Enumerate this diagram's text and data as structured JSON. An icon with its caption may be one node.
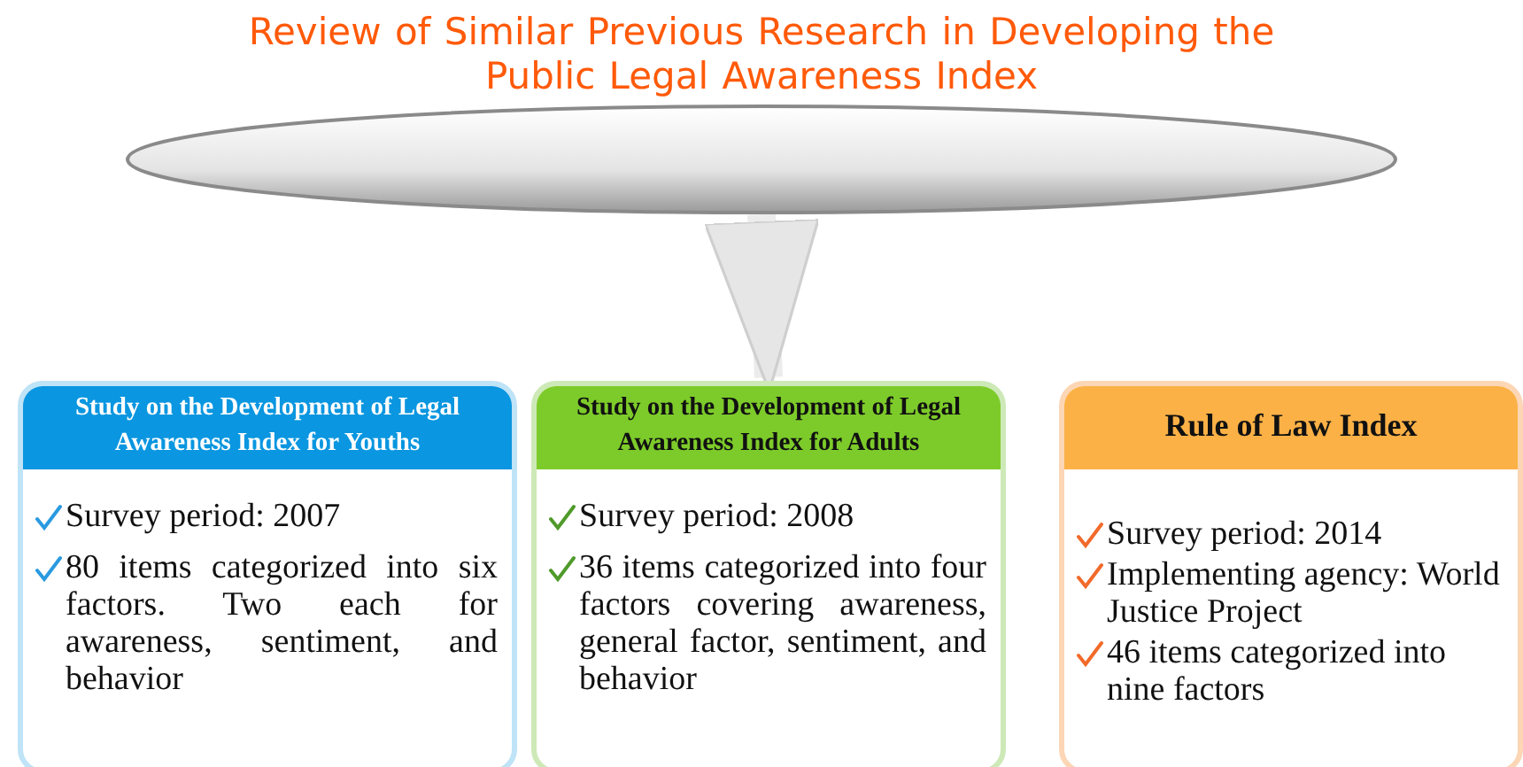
{
  "diagram": {
    "nodes": [
      {
        "text": [
          "Review of Similar Previous Research in Developing the Public Legal Awareness Index"
        ]
      },
      {
        "text": [
          "Study on the Development of Legal Awareness Index for Youths",
          "Survey period: 2007",
          "80 items categorized into six factors. Two each for awareness, sentiment, and behavior"
        ]
      },
      {
        "text": [
          "Study on the Development of Legal Awareness Index for Adults",
          "Survey period: 2008",
          "36 items categorized into four factors covering awareness, general factor, sentiment, and behavior"
        ]
      },
      {
        "text": [
          "Rule of Law Index",
          "Survey period: 2014",
          "Implementing agency: World Justice Project",
          "46 items categorized into nine factors"
        ]
      }
    ],
    "edges": [
      {
        "from": 0,
        "to": 2,
        "arrow": "to"
      }
    ]
  }
}
